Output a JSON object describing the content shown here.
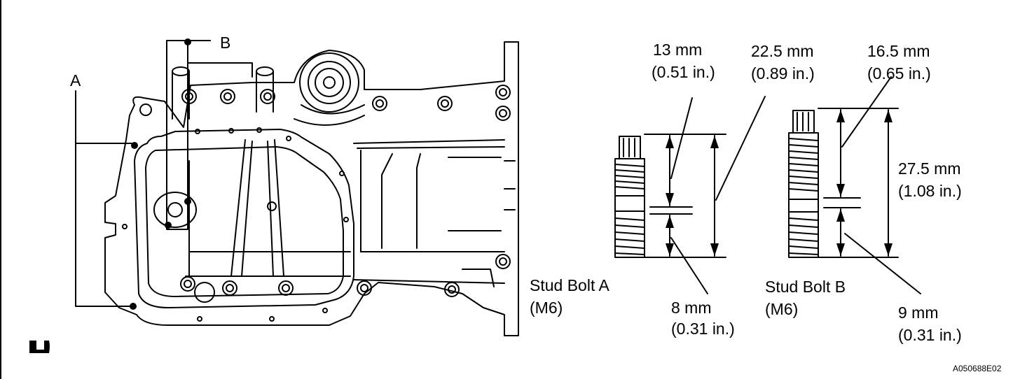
{
  "labels": {
    "callout_a": "A",
    "callout_b": "B",
    "stud_a_name": "Stud Bolt A",
    "stud_a_size": "(M6)",
    "stud_b_name": "Stud Bolt B",
    "stud_b_size": "(M6)",
    "dim_a_top_mm": "13 mm",
    "dim_a_top_in": "(0.51 in.)",
    "dim_a_total_mm": "22.5 mm",
    "dim_a_total_in": "(0.89 in.)",
    "dim_a_bottom_mm": "8 mm",
    "dim_a_bottom_in": "(0.31 in.)",
    "dim_b_top_mm": "16.5 mm",
    "dim_b_top_in": "(0.65 in.)",
    "dim_b_total_mm": "27.5 mm",
    "dim_b_total_in": "(1.08 in.)",
    "dim_b_bottom_mm": "9 mm",
    "dim_b_bottom_in": "(0.31 in.)",
    "figure_code": "A050688E02"
  }
}
